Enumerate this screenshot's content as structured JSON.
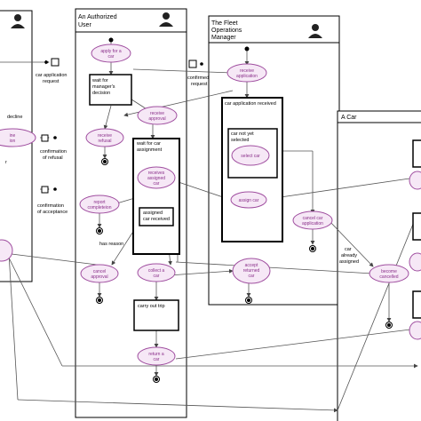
{
  "lanes": {
    "user": [
      "An Authorized",
      "User"
    ],
    "fleet": [
      "The Fleet",
      "Operations",
      "Manager"
    ],
    "car": "A Car"
  },
  "states": {
    "apply": [
      "apply for a",
      "car"
    ],
    "wait_decision": [
      "wait for",
      "manager's",
      "decision"
    ],
    "receive_approval": [
      "receive",
      "approval"
    ],
    "receive_refusal": [
      "receive",
      "refusal"
    ],
    "wait_car": [
      "wait for car",
      "assignment"
    ],
    "receives_assigned": [
      "receives",
      "assigned",
      "car"
    ],
    "assigned_received": [
      "assigned",
      "car received"
    ],
    "report": [
      "report",
      "completeion"
    ],
    "cancel_approval": [
      "cancel",
      "approval"
    ],
    "collect": [
      "collect a",
      "car"
    ],
    "carry_out": "carry out trip",
    "return": [
      "return a",
      "car"
    ],
    "receive_application": [
      "receive",
      "application"
    ],
    "car_app_received": "car application received",
    "car_not_selected": [
      "car not yet",
      "selected"
    ],
    "select_car": "select car",
    "assign_car": "assign car",
    "accept_returned": [
      "accept",
      "returned",
      "car"
    ],
    "cancel_car_app": [
      "cancel car",
      "application"
    ],
    "become_cancelled": [
      "become",
      "cancelled"
    ],
    "left_decline": "decline",
    "left_ine": [
      "ine",
      "ion"
    ],
    "left_r": "r"
  },
  "labels": {
    "car_application_request": [
      "car application",
      "request"
    ],
    "confirmed_request": [
      "confirmed",
      "request"
    ],
    "confirmation_refusal": [
      "confirmation",
      "of refusal"
    ],
    "confirmation_acceptance": [
      "confirmation",
      "of acceptance"
    ],
    "has_reason": "has reason",
    "car_already_assigned": [
      "car",
      "already",
      "assigned"
    ]
  },
  "colors": {
    "state_fill": "#f6e8f6",
    "state_stroke": "#a04fa0",
    "state_text": "#8a2f8a"
  }
}
